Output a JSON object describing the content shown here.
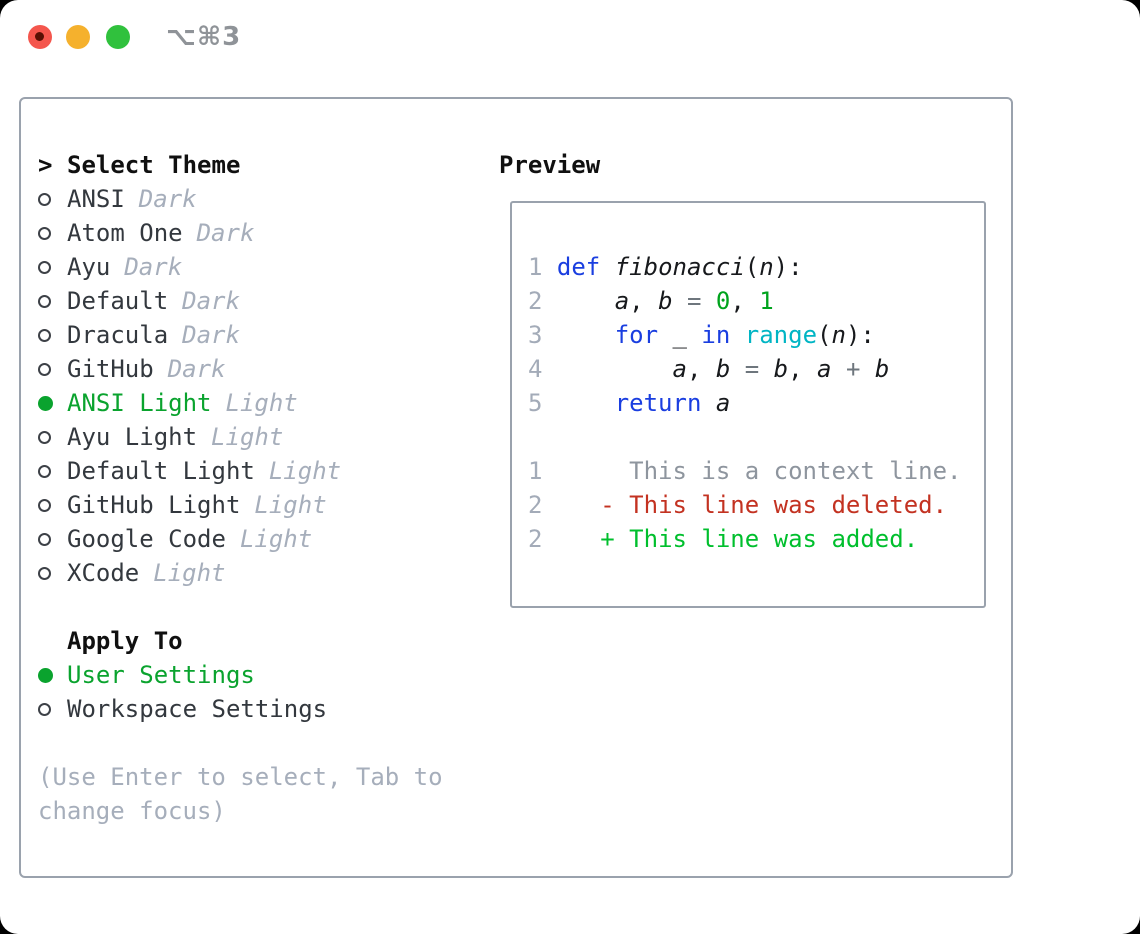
{
  "window": {
    "titlebar": {
      "shortcut": "⌥⌘3"
    },
    "traffic_lights": [
      "close",
      "minimize",
      "zoom"
    ]
  },
  "appearance": {
    "accent_green": "#0aa32e",
    "keyword_blue": "#1a3ee0",
    "builtin_cyan": "#00b5c4",
    "number_green": "#00a31d",
    "deleted_red": "#c33221",
    "added_green": "#00bf2d",
    "muted_gray": "#a6aebb",
    "panel_border": "#9aa2ad"
  },
  "panel": {
    "header": {
      "marker": ">",
      "label": "Select Theme"
    },
    "themes": [
      {
        "name": "ANSI",
        "variant": "Dark",
        "selected": false
      },
      {
        "name": "Atom One",
        "variant": "Dark",
        "selected": false
      },
      {
        "name": "Ayu",
        "variant": "Dark",
        "selected": false
      },
      {
        "name": "Default",
        "variant": "Dark",
        "selected": false
      },
      {
        "name": "Dracula",
        "variant": "Dark",
        "selected": false
      },
      {
        "name": "GitHub",
        "variant": "Dark",
        "selected": false
      },
      {
        "name": "ANSI Light",
        "variant": "Light",
        "selected": true
      },
      {
        "name": "Ayu Light",
        "variant": "Light",
        "selected": false
      },
      {
        "name": "Default Light",
        "variant": "Light",
        "selected": false
      },
      {
        "name": "GitHub Light",
        "variant": "Light",
        "selected": false
      },
      {
        "name": "Google Code",
        "variant": "Light",
        "selected": false
      },
      {
        "name": "XCode",
        "variant": "Light",
        "selected": false
      }
    ],
    "apply_label": "Apply To",
    "targets": [
      {
        "name": "User Settings",
        "selected": true
      },
      {
        "name": "Workspace Settings",
        "selected": false
      }
    ],
    "hint": {
      "line1": "(Use Enter to select, Tab to",
      "line2": "change focus)"
    }
  },
  "preview": {
    "label": "Preview",
    "lines": [
      [
        {
          "t": "1 ",
          "c": "ln"
        },
        {
          "t": "def",
          "c": "kw"
        },
        {
          "t": " ",
          "c": "pl"
        },
        {
          "t": "fibonacci",
          "c": "fn"
        },
        {
          "t": "(",
          "c": "pl"
        },
        {
          "t": "n",
          "c": "va"
        },
        {
          "t": "):",
          "c": "pl"
        }
      ],
      [
        {
          "t": "2 ",
          "c": "ln"
        },
        {
          "t": "    ",
          "c": "pl"
        },
        {
          "t": "a",
          "c": "va"
        },
        {
          "t": ", ",
          "c": "pl"
        },
        {
          "t": "b",
          "c": "va"
        },
        {
          "t": " ",
          "c": "pl"
        },
        {
          "t": "=",
          "c": "op"
        },
        {
          "t": " ",
          "c": "pl"
        },
        {
          "t": "0",
          "c": "nu"
        },
        {
          "t": ", ",
          "c": "pl"
        },
        {
          "t": "1",
          "c": "nu"
        }
      ],
      [
        {
          "t": "3 ",
          "c": "ln"
        },
        {
          "t": "    ",
          "c": "pl"
        },
        {
          "t": "for",
          "c": "kw"
        },
        {
          "t": " ",
          "c": "pl"
        },
        {
          "t": "_",
          "c": "va"
        },
        {
          "t": " ",
          "c": "pl"
        },
        {
          "t": "in",
          "c": "kw"
        },
        {
          "t": " ",
          "c": "pl"
        },
        {
          "t": "range",
          "c": "bi"
        },
        {
          "t": "(",
          "c": "pl"
        },
        {
          "t": "n",
          "c": "va"
        },
        {
          "t": "):",
          "c": "pl"
        }
      ],
      [
        {
          "t": "4 ",
          "c": "ln"
        },
        {
          "t": "        ",
          "c": "pl"
        },
        {
          "t": "a",
          "c": "va"
        },
        {
          "t": ", ",
          "c": "pl"
        },
        {
          "t": "b",
          "c": "va"
        },
        {
          "t": " ",
          "c": "pl"
        },
        {
          "t": "=",
          "c": "op"
        },
        {
          "t": " ",
          "c": "pl"
        },
        {
          "t": "b",
          "c": "va"
        },
        {
          "t": ", ",
          "c": "pl"
        },
        {
          "t": "a",
          "c": "va"
        },
        {
          "t": " ",
          "c": "pl"
        },
        {
          "t": "+",
          "c": "op"
        },
        {
          "t": " ",
          "c": "pl"
        },
        {
          "t": "b",
          "c": "va"
        }
      ],
      [
        {
          "t": "5 ",
          "c": "ln"
        },
        {
          "t": "    ",
          "c": "pl"
        },
        {
          "t": "return",
          "c": "kw"
        },
        {
          "t": " ",
          "c": "pl"
        },
        {
          "t": "a",
          "c": "va"
        }
      ],
      [],
      [
        {
          "t": "1 ",
          "c": "ln"
        },
        {
          "t": "     This is a context line.",
          "c": "ctx"
        }
      ],
      [
        {
          "t": "2 ",
          "c": "ln"
        },
        {
          "t": "   ",
          "c": "pl"
        },
        {
          "t": "- This line was deleted.",
          "c": "del"
        }
      ],
      [
        {
          "t": "2 ",
          "c": "ln"
        },
        {
          "t": "   ",
          "c": "pl"
        },
        {
          "t": "+ This line was added.",
          "c": "add"
        }
      ]
    ]
  }
}
